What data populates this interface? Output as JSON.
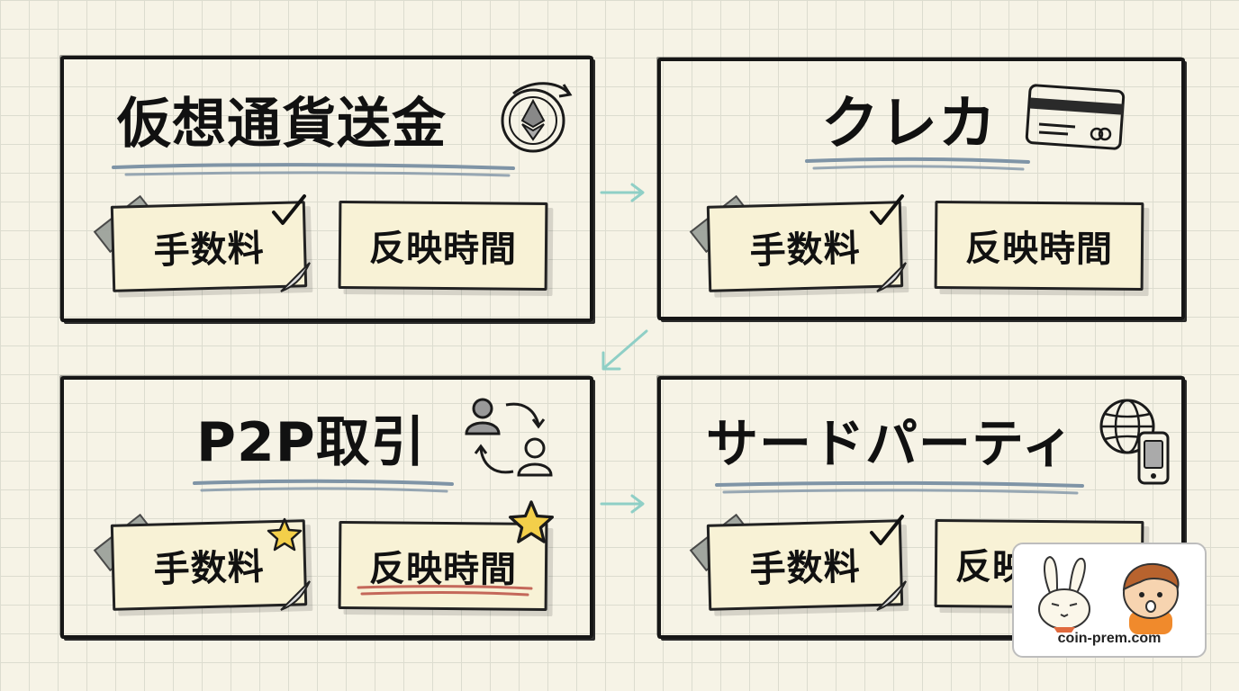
{
  "panels": [
    {
      "title": "仮想通貨送金",
      "notes": [
        "手数料",
        "反映時間"
      ]
    },
    {
      "title": "クレカ",
      "notes": [
        "手数料",
        "反映時間"
      ]
    },
    {
      "title": "P2P取引",
      "notes": [
        "手数料",
        "反映時間"
      ]
    },
    {
      "title": "サードパーティ",
      "notes": [
        "手数料",
        "反映"
      ]
    }
  ],
  "logo": {
    "text": "coin-prem.com"
  },
  "colors": {
    "underline_blue": "#7f94a6",
    "note_fill": "#f8f2d6",
    "arrow_teal": "#8fcfc6",
    "star": "#f3cf4a",
    "red_underline": "#c4685a"
  }
}
